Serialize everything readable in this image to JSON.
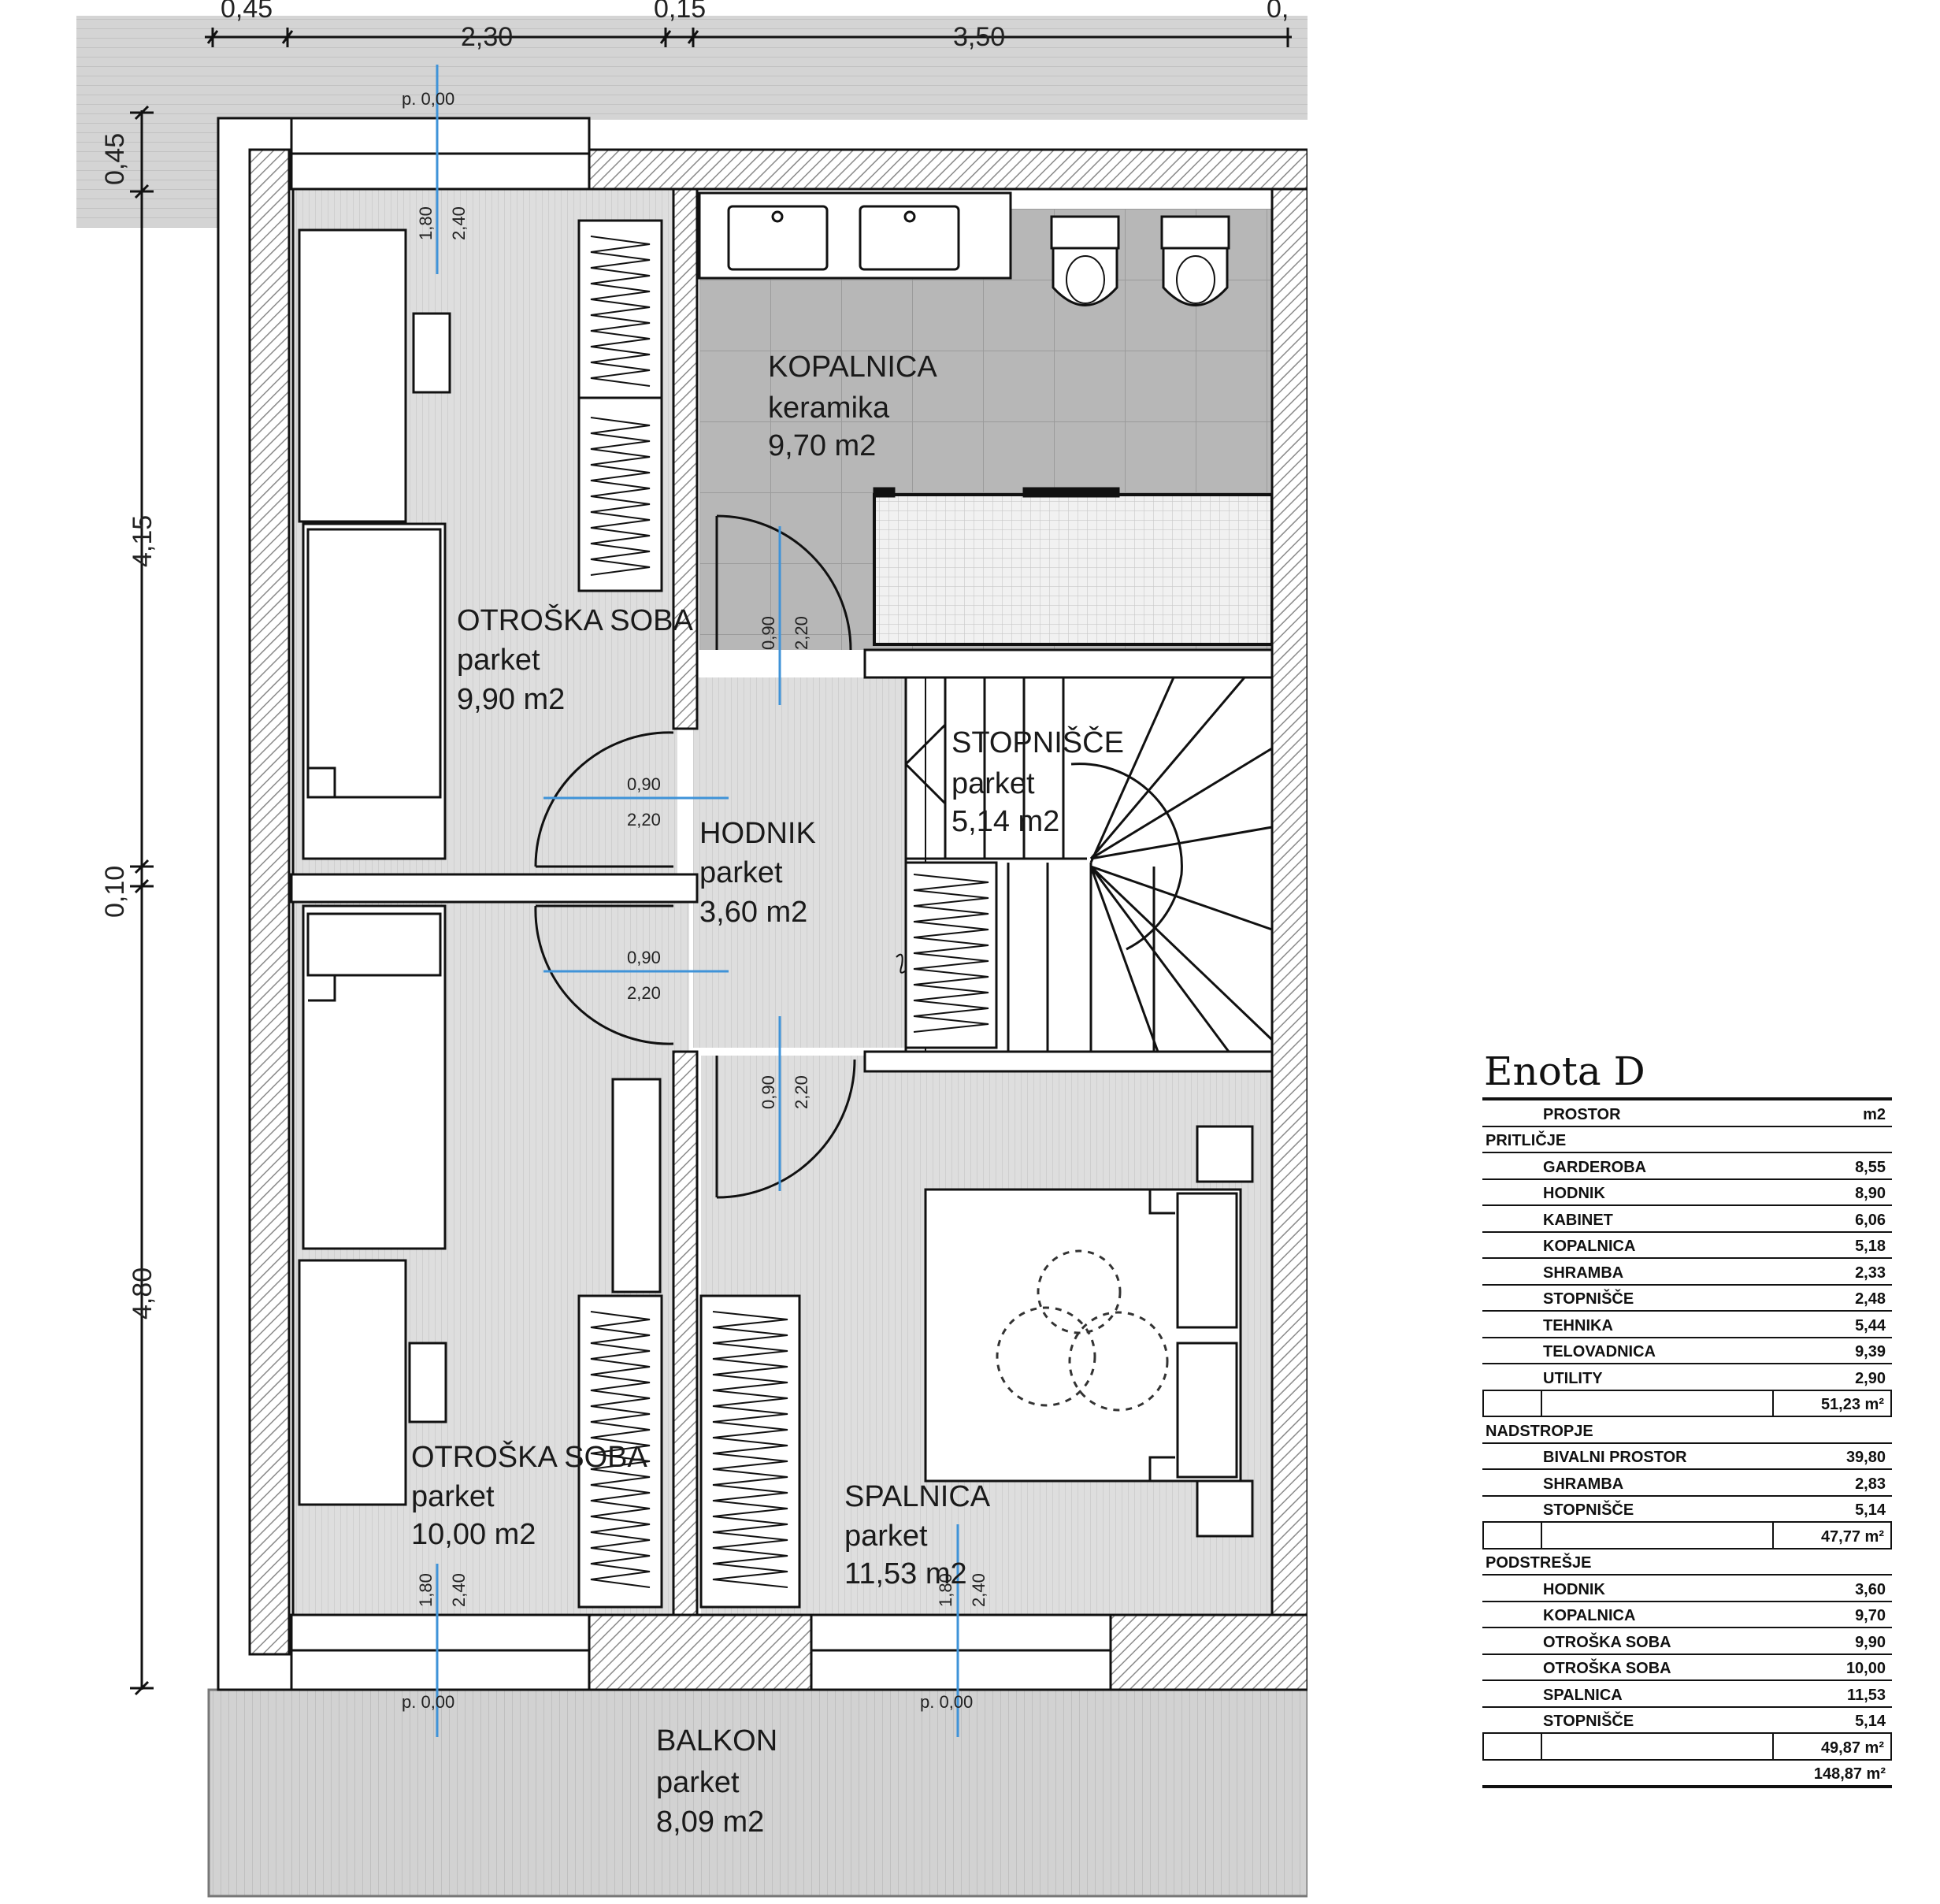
{
  "rooms": {
    "kopalnica": {
      "name": "KOPALNICA",
      "floor": "keramika",
      "area": "9,70 m2"
    },
    "otroska1": {
      "name": "OTROŠKA SOBA",
      "floor": "parket",
      "area": "9,90 m2"
    },
    "stopnisce": {
      "name": "STOPNIŠČE",
      "floor": "parket",
      "area": "5,14 m2"
    },
    "hodnik": {
      "name": "HODNIK",
      "floor": "parket",
      "area": "3,60 m2"
    },
    "otroska2": {
      "name": "OTROŠKA SOBA",
      "floor": "parket",
      "area": "10,00 m2"
    },
    "spalnica": {
      "name": "SPALNICA",
      "floor": "parket",
      "area": "11,53 m2"
    },
    "balkon": {
      "name": "BALKON",
      "floor": "parket",
      "area": "8,09 m2"
    }
  },
  "dimensions": {
    "top": [
      "0,45",
      "2,30",
      "0,15",
      "3,50",
      "0,"
    ],
    "left": [
      "0,45",
      "4,15",
      "0,10",
      "4,80"
    ]
  },
  "annotations": {
    "level": "p. 0,00",
    "win_w": "1,80",
    "win_h": "2,40",
    "door_w": "0,90",
    "door_h": "2,20"
  },
  "legend": {
    "title": "Enota D",
    "header": {
      "name": "PROSTOR",
      "unit": "m2"
    },
    "sections": [
      {
        "name": "PRITLIČJE",
        "rows": [
          {
            "name": "GARDEROBA",
            "value": "8,55"
          },
          {
            "name": "HODNIK",
            "value": "8,90"
          },
          {
            "name": "KABINET",
            "value": "6,06"
          },
          {
            "name": "KOPALNICA",
            "value": "5,18"
          },
          {
            "name": "SHRAMBA",
            "value": "2,33"
          },
          {
            "name": "STOPNIŠČE",
            "value": "2,48"
          },
          {
            "name": "TEHNIKA",
            "value": "5,44"
          },
          {
            "name": "TELOVADNICA",
            "value": "9,39"
          },
          {
            "name": "UTILITY",
            "value": "2,90"
          }
        ],
        "subtotal": "51,23 m²"
      },
      {
        "name": "NADSTROPJE",
        "rows": [
          {
            "name": "BIVALNI PROSTOR",
            "value": "39,80"
          },
          {
            "name": "SHRAMBA",
            "value": "2,83"
          },
          {
            "name": "STOPNIŠČE",
            "value": "5,14"
          }
        ],
        "subtotal": "47,77 m²"
      },
      {
        "name": "PODSTREŠJE",
        "rows": [
          {
            "name": "HODNIK",
            "value": "3,60"
          },
          {
            "name": "KOPALNICA",
            "value": "9,70"
          },
          {
            "name": "OTROŠKA SOBA",
            "value": "9,90"
          },
          {
            "name": "OTROŠKA SOBA",
            "value": "10,00"
          },
          {
            "name": "SPALNICA",
            "value": "11,53"
          },
          {
            "name": "STOPNIŠČE",
            "value": "5,14"
          }
        ],
        "subtotal": "49,87 m²"
      }
    ],
    "total": "148,87 m²"
  },
  "colors": {
    "floor": "#dcdcdc",
    "tile": "#b9b9b9",
    "wall_hatch": "#8c8c8c",
    "blue_line": "#3f93d8",
    "terrace": "#d0d0d0"
  }
}
